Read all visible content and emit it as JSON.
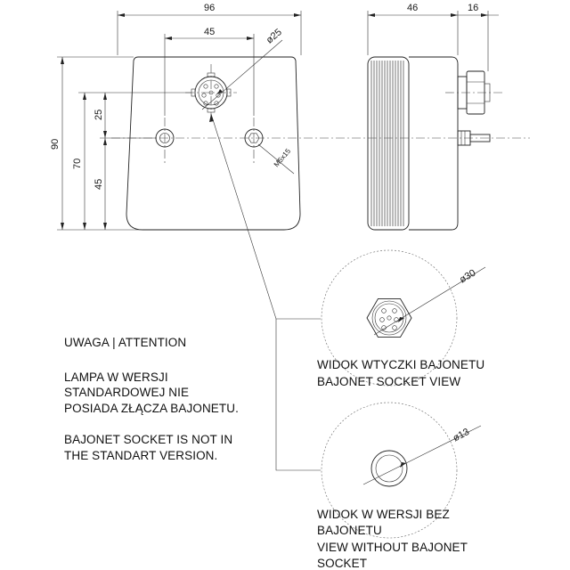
{
  "front_view": {
    "dim_width": "96",
    "dim_connector_spacing": "45",
    "dim_connector_diameter": "ø25",
    "dim_height": "90",
    "dim_hole_height": "70",
    "dim_lower_height": "45",
    "dim_upper_offset": "25",
    "dim_thread": "M5x15"
  },
  "side_view": {
    "dim_depth": "46",
    "dim_connector_depth": "16"
  },
  "notice": {
    "heading": "UWAGA | ATTENTION",
    "pl_line1": "LAMPA W WERSJI",
    "pl_line2": "STANDARDOWEJ NIE",
    "pl_line3": "POSIADA ZŁĄCZA BAJONETU.",
    "en_line1": "BAJONET SOCKET IS NOT IN",
    "en_line2": "THE STANDART VERSION."
  },
  "detail_socket": {
    "dim": "ø30",
    "caption_line1": "WIDOK WTYCZKI BAJONETU",
    "caption_line2": "BAJONET SOCKET VIEW"
  },
  "detail_plain": {
    "dim": "ø13",
    "caption_line1": "WIDOK W WERSJI BEZ",
    "caption_line2": "BAJONETU",
    "caption_line3": "VIEW WITHOUT BAJONET",
    "caption_line4": "SOCKET"
  }
}
